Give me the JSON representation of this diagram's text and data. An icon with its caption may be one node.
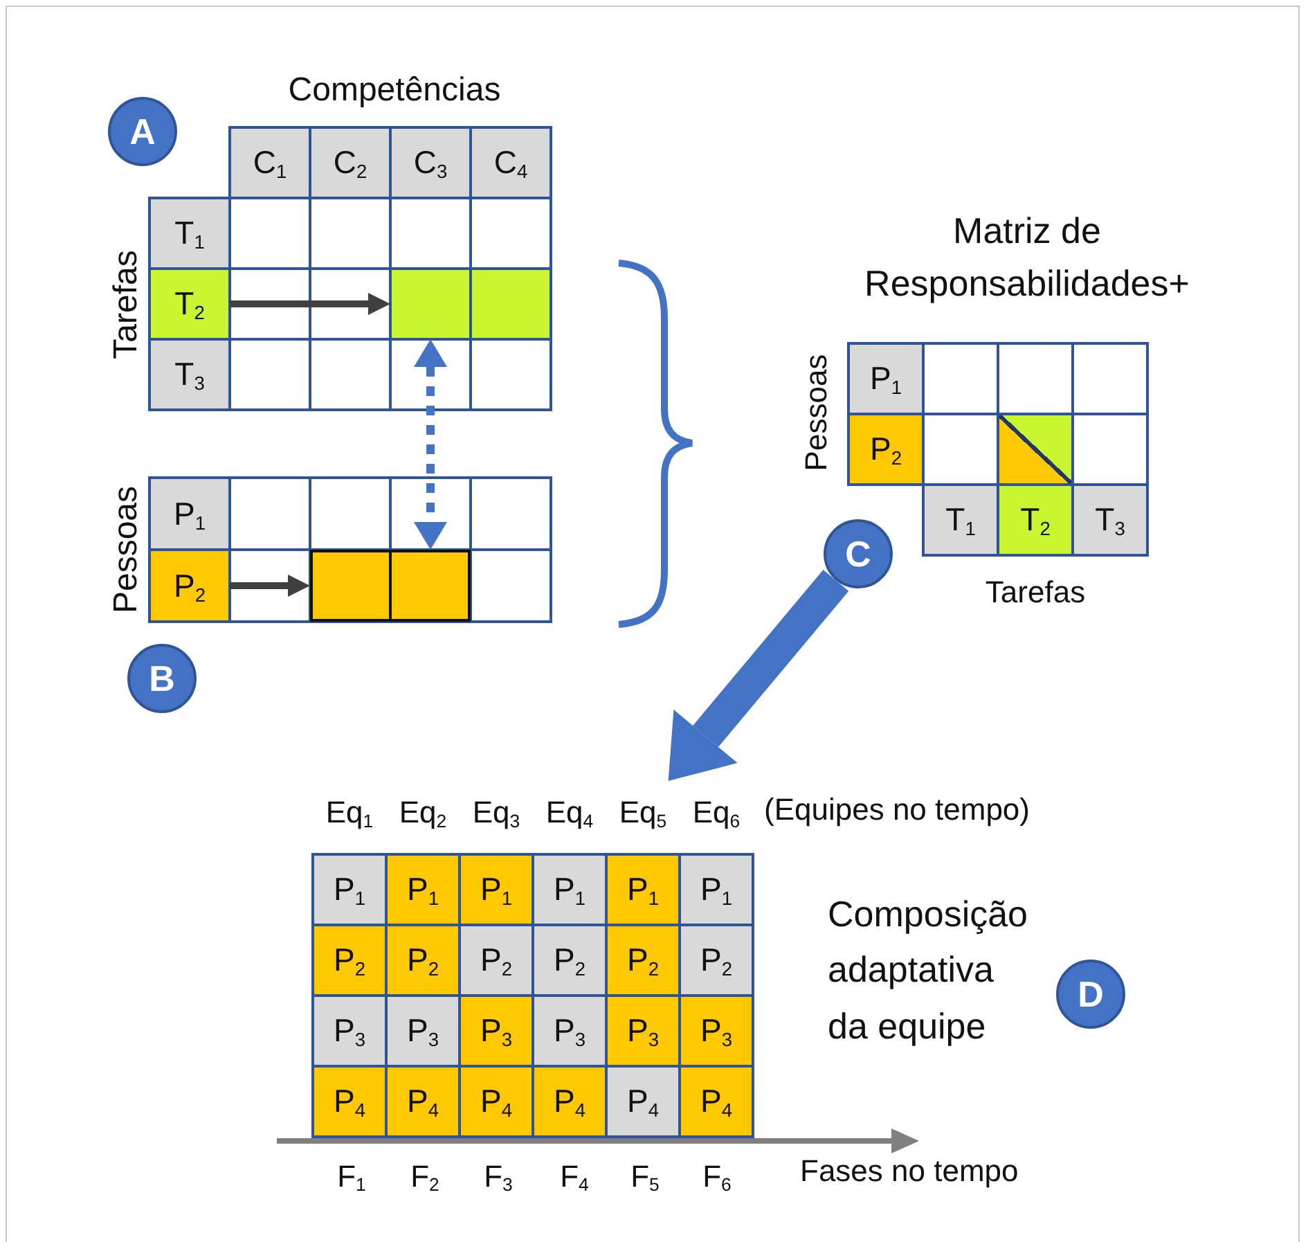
{
  "diagram": {
    "nodes": [
      {
        "text": [
          "A"
        ]
      },
      {
        "text": [],
        "shape": "box"
      },
      {
        "text": [
          "C$_{1}$"
        ],
        "in": 1
      },
      {
        "text": [
          "C$_{2}$"
        ],
        "in": 1
      },
      {
        "text": [
          "C$_{3}$"
        ],
        "in": 1
      },
      {
        "text": [
          "C$_{4}$"
        ],
        "in": 1
      },
      {
        "text": [
          "T$_{1}$"
        ],
        "in": 1
      },
      {
        "text": [
          "T$_{2}$"
        ],
        "in": 1
      },
      {
        "text": [],
        "shape": "box",
        "in": 1
      },
      {
        "text": [],
        "shape": "box",
        "in": 1
      },
      {
        "text": [
          "T$_{3}$"
        ],
        "in": 1
      },
      {
        "text": [],
        "shape": "box"
      },
      {
        "text": [
          "P$_{1}$"
        ],
        "in": 11
      },
      {
        "text": [
          "P$_{2}$"
        ],
        "in": 11
      },
      {
        "text": [],
        "shape": "box",
        "in": 11
      },
      {
        "text": [
          "B"
        ]
      },
      {
        "text": [],
        "shape": "box"
      },
      {
        "text": [
          "P$_{1}$"
        ],
        "in": 16
      },
      {
        "text": [
          "P$_{2}$"
        ],
        "in": 16
      },
      {
        "text": [],
        "shape": "box",
        "in": 16
      },
      {
        "text": [
          "T$_{1}$"
        ],
        "in": 16
      },
      {
        "text": [
          "T$_{2}$"
        ],
        "in": 16
      },
      {
        "text": [
          "T$_{3}$"
        ],
        "in": 16
      },
      {
        "text": [
          "C"
        ]
      },
      {
        "text": [
          "Eq$_{1}$",
          "Eq$_{2}$",
          "Eq$_{3}$",
          "Eq$_{4}$",
          "Eq$_{5}$",
          "Eq$_{6}$"
        ]
      },
      {
        "text": [
          "P$_{1}$"
        ],
        "in": 24
      },
      {
        "text": [
          "P$_{1}$"
        ],
        "in": 24
      },
      {
        "text": [
          "P$_{1}$"
        ],
        "in": 24
      },
      {
        "text": [
          "P$_{1}$"
        ],
        "in": 24
      },
      {
        "text": [
          "P$_{1}$"
        ],
        "in": 24
      },
      {
        "text": [
          "P$_{1}$"
        ],
        "in": 24
      },
      {
        "text": [
          "P$_{2}$"
        ],
        "in": 24
      },
      {
        "text": [
          "P$_{2}$"
        ],
        "in": 24
      },
      {
        "text": [
          "P$_{2}$"
        ],
        "in": 24
      },
      {
        "text": [
          "P$_{2}$"
        ],
        "in": 24
      },
      {
        "text": [
          "P$_{2}$"
        ],
        "in": 24
      },
      {
        "text": [
          "P$_{2}$"
        ],
        "in": 24
      },
      {
        "text": [
          "P$_{3}$"
        ],
        "in": 24
      },
      {
        "text": [
          "P$_{3}$"
        ],
        "in": 24
      },
      {
        "text": [
          "P$_{3}$"
        ],
        "in": 24
      },
      {
        "text": [
          "P$_{3}$"
        ],
        "in": 24
      },
      {
        "text": [
          "P$_{3}$"
        ],
        "in": 24
      },
      {
        "text": [
          "P$_{3}$"
        ],
        "in": 24
      },
      {
        "text": [
          "P$_{4}$"
        ],
        "in": 24
      },
      {
        "text": [
          "P$_{4}$"
        ],
        "in": 24
      },
      {
        "text": [
          "P$_{4}$"
        ],
        "in": 24
      },
      {
        "text": [
          "P$_{4}$"
        ],
        "in": 24
      },
      {
        "text": [
          "P$_{4}$"
        ],
        "in": 24
      },
      {
        "text": [
          "P$_{4}$"
        ],
        "in": 24
      },
      {
        "text": [
          "D"
        ]
      }
    ],
    "edges": [
      {
        "from": 7,
        "to": 8,
        "arrow": "to"
      },
      {
        "from": 13,
        "to": 14,
        "arrow": "to"
      },
      {
        "from": 8,
        "to": 14,
        "arrow": "both",
        "style": "dashed",
        "color": "#4472c4"
      },
      {
        "from": 23,
        "to": 24,
        "arrow": "to",
        "style": "thick",
        "color": "#4472c4"
      }
    ],
    "labels": [
      "Competências",
      "Matriz de Responsabilidades+",
      "Tarefas",
      "Pessoas",
      "Pessoas",
      "Tarefas",
      "(Equipes no tempo)",
      "Composição adaptativa da equipe",
      "F$_{1}$",
      "F$_{2}$",
      "F$_{3}$",
      "F$_{4}$",
      "F$_{5}$",
      "F$_{6}$",
      "Fases no tempo"
    ]
  }
}
